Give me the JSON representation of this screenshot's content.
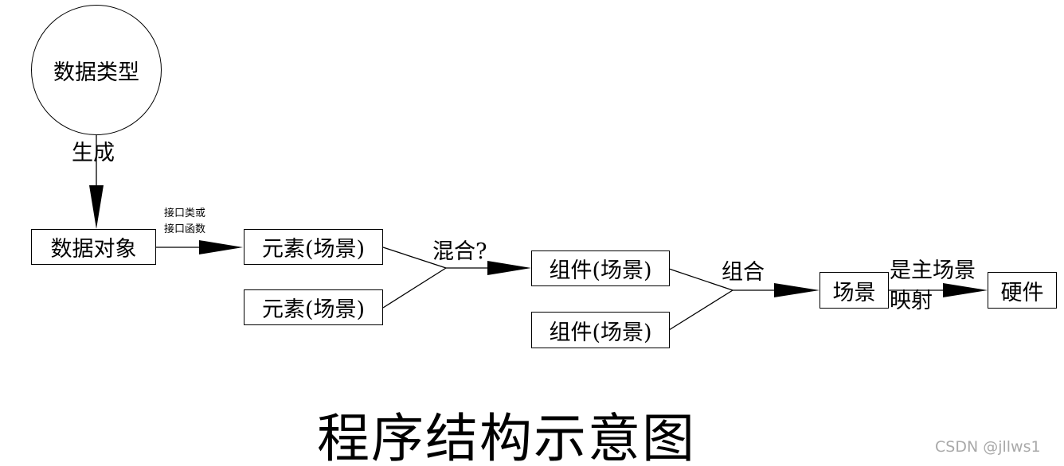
{
  "nodes": {
    "data_type": "数据类型",
    "data_object": "数据对象",
    "element_1": "元素(场景)",
    "element_2": "元素(场景)",
    "component_1": "组件(场景)",
    "component_2": "组件(场景)",
    "scene": "场景",
    "hardware": "硬件"
  },
  "edges": {
    "generate": "生成",
    "interface_line1": "接口类或",
    "interface_line2": "接口函数",
    "mix": "混合?",
    "combine": "组合",
    "main_scene_line1": "是主场景",
    "main_scene_line2": "映射"
  },
  "title": "程序结构示意图",
  "watermark": "CSDN @jllws1"
}
